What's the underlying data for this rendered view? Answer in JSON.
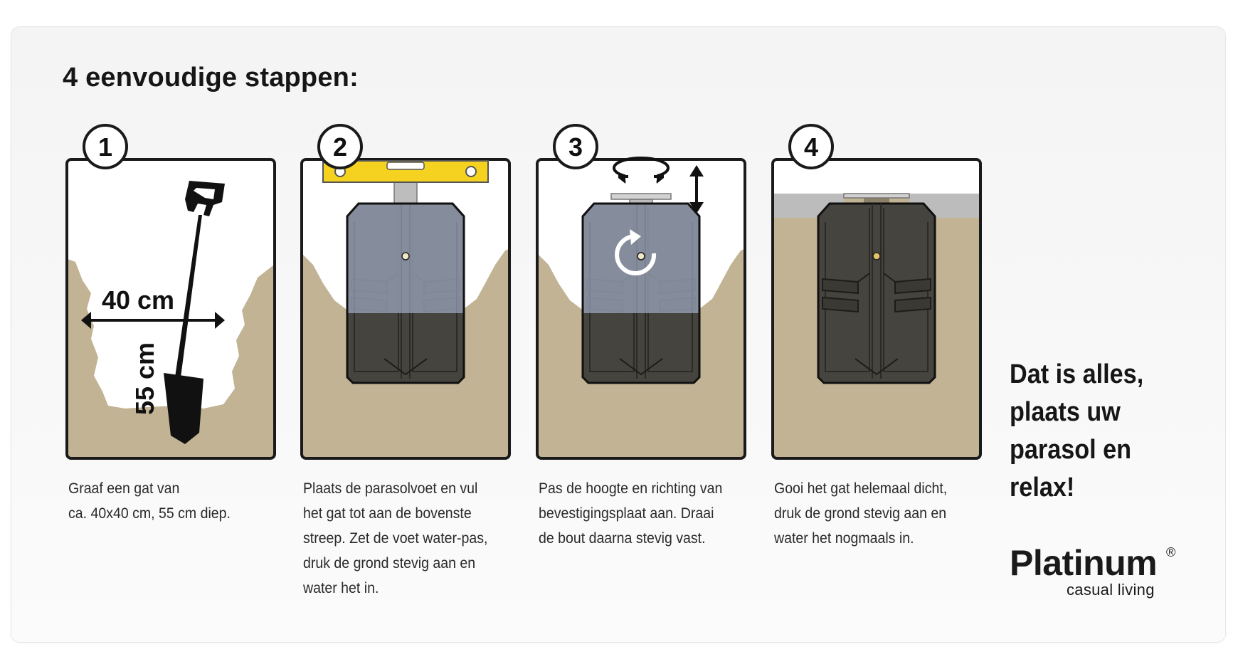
{
  "title": "4 eenvoudige stappen:",
  "colors": {
    "soil": "#c1b394",
    "level": "#f5d21f",
    "foot": "#45443f",
    "plate": "#c8c8c8",
    "pavement": "#bcbcbc",
    "outline": "#1a1a1a"
  },
  "steps": [
    {
      "number": "1",
      "caption": [
        "Graaf een gat van",
        "ca. 40x40 cm, 55 cm diep."
      ],
      "width_label": "40 cm",
      "depth_label": "55 cm",
      "icon": "spade-icon"
    },
    {
      "number": "2",
      "caption": [
        "Plaats de parasolvoet en vul",
        "het gat tot aan de bovenste",
        "streep. Zet de voet water-pas,",
        "druk de grond stevig aan en",
        "water het in."
      ],
      "icon": "spirit-level-icon"
    },
    {
      "number": "3",
      "caption": [
        "Pas de hoogte en richting van",
        "bevestigingsplaat aan. Draai",
        "de bout daarna stevig vast."
      ],
      "icon": "rotate-arrows-icon"
    },
    {
      "number": "4",
      "caption": [
        "Gooi het gat helemaal dicht,",
        "druk de grond stevig aan en",
        "water het nogmaals in."
      ],
      "icon": "filled-hole-icon"
    }
  ],
  "closing_message": [
    "Dat is alles,",
    "plaats uw",
    "parasol en relax!"
  ],
  "brand": {
    "name": "Platinum",
    "registered": "®",
    "tagline": "casual living"
  }
}
